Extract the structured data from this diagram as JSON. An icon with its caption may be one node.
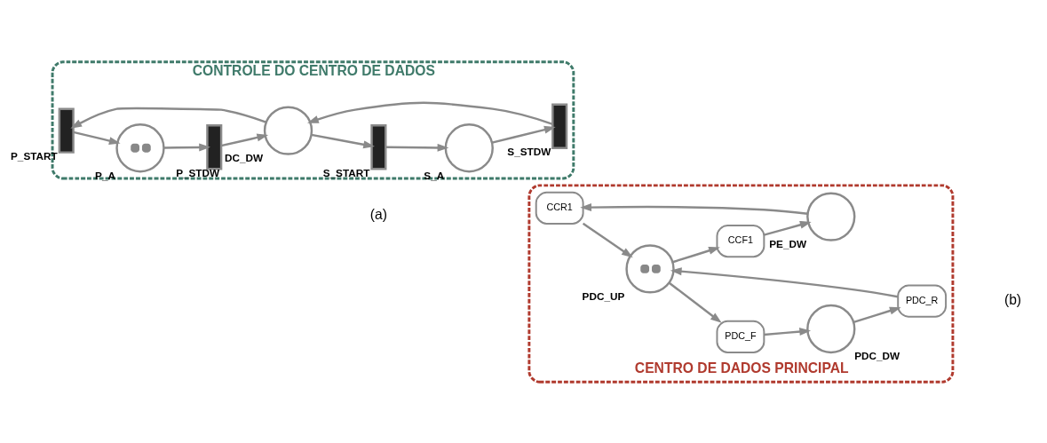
{
  "diagram": {
    "nodes": [
      {
        "text": [
          "CONTROLE DO CENTRO DE DADOS"
        ],
        "beside": [
          "(a)"
        ]
      },
      {
        "text": [
          "P_START"
        ],
        "in": 0
      },
      {
        "text": [
          "S_STDW"
        ],
        "in": 0
      },
      {
        "text": [
          "P_A"
        ],
        "in": 0
      },
      {
        "text": [
          "DC_DW"
        ],
        "in": 0
      },
      {
        "text": [
          "S_A"
        ],
        "in": 0
      },
      {
        "text": [
          "P_STDW"
        ],
        "in": 0
      },
      {
        "text": [
          "S_START"
        ],
        "in": 0
      },
      {
        "text": [
          "CENTRO DE DADOS PRINCIPAL"
        ],
        "beside": [
          "(b)"
        ]
      },
      {
        "text": [
          "CCR1"
        ],
        "in": 8
      },
      {
        "text": [
          "PDC_UP"
        ],
        "in": 8
      },
      {
        "text": [
          "CCF1"
        ],
        "in": 8
      },
      {
        "text": [
          "PDC_R"
        ],
        "in": 8
      },
      {
        "text": [
          "PDC_F"
        ],
        "in": 8
      },
      {
        "text": [
          "PDC_DW"
        ],
        "in": 8
      },
      {
        "text": [
          "PE_DW"
        ],
        "in": 8
      }
    ],
    "edges": [
      {
        "from": 1,
        "to": 3,
        "arrow": "to"
      },
      {
        "from": 3,
        "to": 6,
        "arrow": "to"
      },
      {
        "from": 6,
        "to": 4,
        "arrow": "to"
      },
      {
        "from": 4,
        "to": 1,
        "arrow": "to"
      },
      {
        "from": 4,
        "to": 7,
        "arrow": "to"
      },
      {
        "from": 7,
        "to": 5,
        "arrow": "to"
      },
      {
        "from": 5,
        "to": 2,
        "arrow": "to"
      },
      {
        "from": 2,
        "to": 4,
        "arrow": "to"
      },
      {
        "from": 9,
        "to": 10,
        "arrow": "to"
      },
      {
        "from": 10,
        "to": 11,
        "arrow": "to"
      },
      {
        "from": 10,
        "to": 13,
        "arrow": "to"
      },
      {
        "from": 13,
        "to": 14,
        "arrow": "to"
      },
      {
        "from": 14,
        "to": 12,
        "arrow": "to"
      },
      {
        "from": 12,
        "to": 10,
        "arrow": "to"
      },
      {
        "from": 11,
        "to": 15,
        "arrow": "to"
      },
      {
        "from": 15,
        "to": 9,
        "arrow": "to"
      }
    ]
  }
}
